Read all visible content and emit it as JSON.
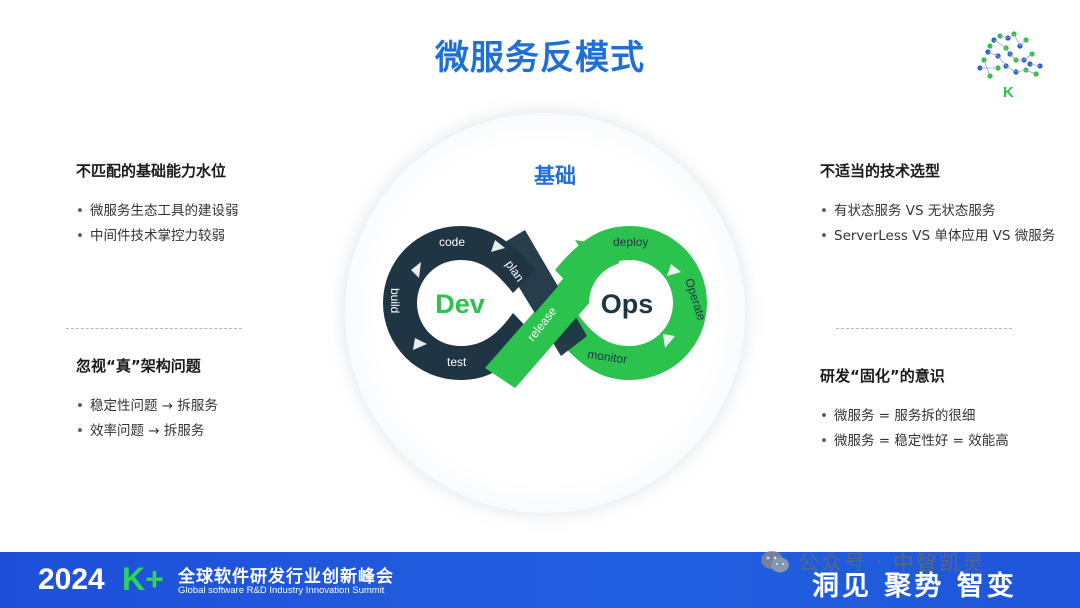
{
  "title": "微服务反模式",
  "logo": {
    "letter": "K"
  },
  "center": {
    "label": "基础",
    "dev": "Dev",
    "ops": "Ops",
    "stages": [
      "code",
      "build",
      "test",
      "plan",
      "release",
      "deploy",
      "Operate",
      "monitor"
    ]
  },
  "top_left": {
    "title": "不匹配的基础能力水位",
    "items": [
      "微服务生态工具的建设弱",
      "中间件技术掌控力较弱"
    ]
  },
  "bottom_left": {
    "title": "忽视“真”架构问题",
    "items": [
      "稳定性问题 → 拆服务",
      "效率问题 →  拆服务"
    ]
  },
  "top_right": {
    "title": "不适当的技术选型",
    "items": [
      "有状态服务 VS 无状态服务",
      "ServerLess VS 单体应用 VS 微服务"
    ]
  },
  "bottom_right": {
    "title": "研发“固化”的意识",
    "items": [
      "微服务  =  服务拆的很细",
      "微服务  =  稳定性好  =  效能高"
    ]
  },
  "footer": {
    "year": "2024",
    "kplus": "K+",
    "cn": "全球软件研发行业创新峰会",
    "en": "Global software R&D Industry Innovation Summit",
    "slogan": "洞见 聚势 智变"
  },
  "watermark": {
    "text": "公众号 · 中智凯灵"
  },
  "colors": {
    "title_blue": "#1f6fd6",
    "dark_navy": "#1f3544",
    "green": "#2bc24e",
    "footer_blue": "#1f4fd8"
  }
}
